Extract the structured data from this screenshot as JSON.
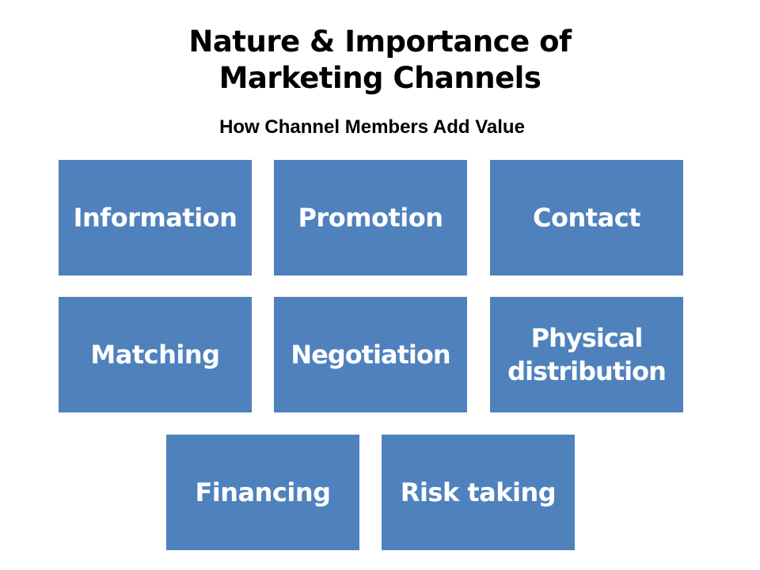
{
  "slide": {
    "title_line1": "Nature & Importance of",
    "title_line2": "Marketing Channels",
    "subtitle": "How Channel Members Add Value"
  },
  "functions": [
    "Information",
    "Promotion",
    "Contact",
    "Matching",
    "Negotiation",
    "Physical distribution",
    "Financing",
    "Risk taking"
  ],
  "colors": {
    "tile_fill": "#4f81bd",
    "tile_text": "#ffffff",
    "text": "#000000",
    "background": "#ffffff"
  }
}
